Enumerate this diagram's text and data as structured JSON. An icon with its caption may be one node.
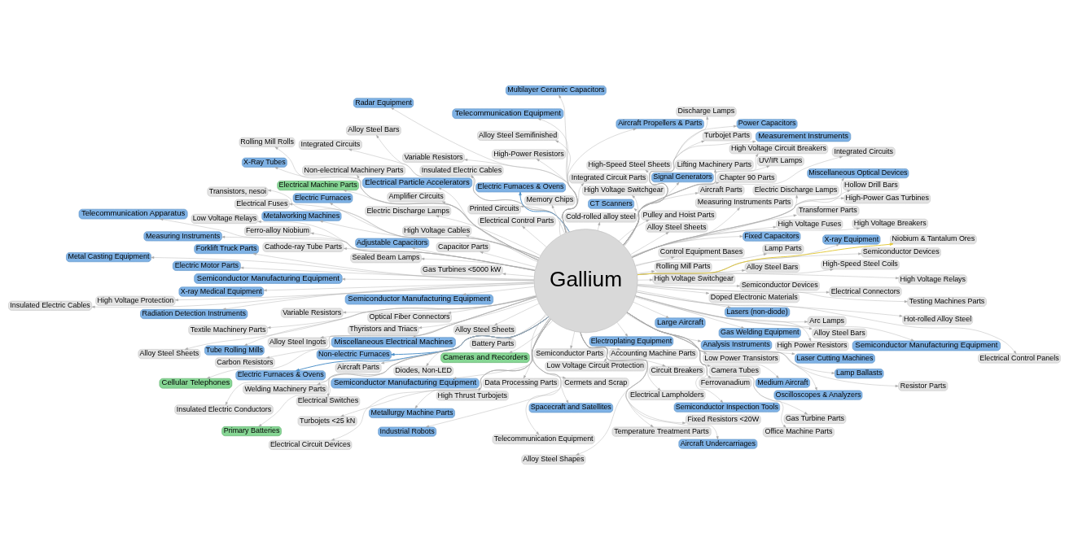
{
  "diagram": {
    "nodes": [
      {
        "text": [
          "Gallium"
        ]
      },
      {
        "text": [
          "Lasers (non-diode)"
        ]
      },
      {
        "text": [
          "Spacecraft and Satellites"
        ]
      },
      {
        "text": [
          "Variable Resistors"
        ]
      },
      {
        "text": [
          "Semiconductor Manufacturing Equipment"
        ]
      },
      {
        "text": [
          "Telecommunication Apparatus"
        ]
      },
      {
        "text": [
          "Cameras and Recorders"
        ]
      },
      {
        "text": [
          "Analysis Instruments"
        ]
      },
      {
        "text": [
          "Electrical Lampholders"
        ]
      },
      {
        "text": [
          "Medium Aircraft"
        ]
      },
      {
        "text": [
          "Fixed Resistors <20W"
        ]
      },
      {
        "text": [
          "Metal Casting Equipment"
        ]
      },
      {
        "text": [
          "Large Aircraft"
        ]
      },
      {
        "text": [
          "Fixed Capacitors"
        ]
      },
      {
        "text": [
          "Insulated Electric Cables"
        ]
      },
      {
        "text": [
          "Semiconductor Inspection Tools"
        ]
      },
      {
        "text": [
          "Oscilloscopes & Analyzers"
        ]
      },
      {
        "text": [
          "X-Ray Tubes"
        ]
      },
      {
        "text": [
          "Capacitor Parts"
        ]
      },
      {
        "text": [
          "Adjustable Capacitors"
        ]
      },
      {
        "text": [
          "Semiconductor Manufacturing Equipment"
        ]
      },
      {
        "text": [
          "Tube Rolling Mills"
        ]
      },
      {
        "text": [
          "High Voltage Circuit Breakers"
        ]
      },
      {
        "text": [
          "Measurement Instruments"
        ]
      },
      {
        "text": [
          "Printed Circuits"
        ]
      },
      {
        "text": [
          "Low Power Transistors"
        ]
      },
      {
        "text": [
          "High Voltage Fuses"
        ]
      },
      {
        "text": [
          "Low Voltage Relays"
        ]
      },
      {
        "text": [
          "Turbojets <25 kN"
        ]
      },
      {
        "text": [
          "Electrical Control Panels"
        ]
      },
      {
        "text": [
          "Alloy Steel Sheets"
        ]
      },
      {
        "text": [
          "Doped Electronic Materials"
        ]
      },
      {
        "text": [
          "Aircraft Parts"
        ]
      },
      {
        "text": [
          "Electric Furnaces"
        ]
      },
      {
        "text": [
          "Hollow Drill Bars"
        ]
      },
      {
        "text": [
          "Gas Turbine Parts"
        ]
      },
      {
        "text": [
          "Rolling Mill Parts"
        ]
      },
      {
        "text": [
          "Signal Generators"
        ]
      },
      {
        "text": [
          "Forklift Truck Parts"
        ]
      },
      {
        "text": [
          "Measuring Instruments"
        ]
      },
      {
        "text": [
          "Integrated Circuits"
        ]
      },
      {
        "text": [
          "Rolling Mill Rolls"
        ]
      },
      {
        "text": [
          "Gas Turbines <5000 kW"
        ]
      },
      {
        "text": [
          "Measuring Instruments Parts"
        ]
      },
      {
        "text": [
          "Electrical Connectors"
        ]
      },
      {
        "text": [
          "Textile Machinery Parts"
        ]
      },
      {
        "text": [
          "Hot-rolled Alloy Steel"
        ]
      },
      {
        "text": [
          "Resistor Parts"
        ]
      },
      {
        "text": [
          "Control Equipment Bases"
        ]
      },
      {
        "text": [
          "Semiconductor Devices"
        ]
      },
      {
        "text": [
          "Semiconductor Manufacturing Equipment"
        ]
      },
      {
        "text": [
          "X-ray Equipment"
        ]
      },
      {
        "text": [
          "Aircraft Propellers & Parts"
        ]
      },
      {
        "text": [
          "Radar Equipment"
        ]
      },
      {
        "text": [
          "Pulley and Hoist Parts"
        ]
      },
      {
        "text": [
          "Cermets and Scrap"
        ]
      },
      {
        "text": [
          "Non-electric Furnaces"
        ]
      },
      {
        "text": [
          "Non-electrical Machinery Parts"
        ]
      },
      {
        "text": [
          "High Voltage Breakers"
        ]
      },
      {
        "text": [
          "Transistors, nesoi"
        ]
      },
      {
        "text": [
          "Electrical Control Parts"
        ]
      },
      {
        "text": [
          "Electric Furnaces & Ovens"
        ]
      },
      {
        "text": [
          "Alloy Steel Ingots"
        ]
      },
      {
        "text": [
          "Transformer Parts"
        ]
      },
      {
        "text": [
          "Testing Machines Parts"
        ]
      },
      {
        "text": [
          "Alloy Steel Sheets"
        ]
      },
      {
        "text": [
          "High Voltage Switchgear"
        ]
      },
      {
        "text": [
          "Aircraft Parts"
        ]
      },
      {
        "text": [
          "Ferrovanadium"
        ]
      },
      {
        "text": [
          "Radiation Detection Instruments"
        ]
      },
      {
        "text": [
          "Industrial Robots"
        ]
      },
      {
        "text": [
          "Multilayer Ceramic Capacitors"
        ]
      },
      {
        "text": [
          "Cold-rolled alloy steel"
        ]
      },
      {
        "text": [
          "Thyristors and Triacs"
        ]
      },
      {
        "text": [
          "High Thrust Turbojets"
        ]
      },
      {
        "text": [
          "Laser Cutting Machines"
        ]
      },
      {
        "text": [
          "High-Power Gas Turbines"
        ]
      },
      {
        "text": [
          "Primary Batteries"
        ]
      },
      {
        "text": [
          "Battery Parts"
        ]
      },
      {
        "text": [
          "Alloy Steel Bars"
        ]
      },
      {
        "text": [
          "Metalworking Machines"
        ]
      },
      {
        "text": [
          "Electric Furnaces & Ovens"
        ]
      },
      {
        "text": [
          "Semiconductor Devices"
        ]
      },
      {
        "text": [
          "Aircraft Undercarriages"
        ]
      },
      {
        "text": [
          "Memory Chips"
        ]
      },
      {
        "text": [
          "Amplifier Circuits"
        ]
      },
      {
        "text": [
          "High-Power Resistors"
        ]
      },
      {
        "text": [
          "Electrical Machine Parts"
        ]
      },
      {
        "text": [
          "Alloy Steel Bars"
        ]
      },
      {
        "text": [
          "Electrical Circuit Devices"
        ]
      },
      {
        "text": [
          "High Voltage Switchgear"
        ]
      },
      {
        "text": [
          "Miscellaneous Electrical Machines"
        ]
      },
      {
        "text": [
          "Electric Discharge Lamps"
        ]
      },
      {
        "text": [
          "Alloy Steel Semifinished"
        ]
      },
      {
        "text": [
          "High Voltage Protection"
        ]
      },
      {
        "text": [
          "Alloy Steel Shapes"
        ]
      },
      {
        "text": [
          "Accounting Machine Parts"
        ]
      },
      {
        "text": [
          "Gas Welding Equipment"
        ]
      },
      {
        "text": [
          "Arc Lamps"
        ]
      },
      {
        "text": [
          "Welding Machinery Parts"
        ]
      },
      {
        "text": [
          "Miscellaneous Optical Devices"
        ]
      },
      {
        "text": [
          "Discharge Lamps"
        ]
      },
      {
        "text": [
          "Alloy Steel Sheets"
        ]
      },
      {
        "text": [
          "Variable Resistors"
        ]
      },
      {
        "text": [
          "Ferro-alloy Niobium"
        ]
      },
      {
        "text": [
          "High-Speed Steel Coils"
        ]
      },
      {
        "text": [
          "High Voltage Relays"
        ]
      },
      {
        "text": [
          "Niobium & Tantalum Ores"
        ]
      },
      {
        "text": [
          "CT Scanners"
        ]
      },
      {
        "text": [
          "Integrated Circuit Parts"
        ]
      },
      {
        "text": [
          "High Power Resistors"
        ]
      },
      {
        "text": [
          "UV/IR Lamps"
        ]
      },
      {
        "text": [
          "Electrical Fuses"
        ]
      },
      {
        "text": [
          "Insulated Electric Cables"
        ]
      },
      {
        "text": [
          "Semiconductor Manufacturing Equipment"
        ]
      },
      {
        "text": [
          "High Voltage Cables"
        ]
      },
      {
        "text": [
          "Electric Discharge Lamps"
        ]
      },
      {
        "text": [
          "Metallurgy Machine Parts"
        ]
      },
      {
        "text": [
          "Temperature Treatment Parts"
        ]
      },
      {
        "text": [
          "Power Capacitors"
        ]
      },
      {
        "text": [
          "Semiconductor Parts"
        ]
      },
      {
        "text": [
          "Diodes, Non-LED"
        ]
      },
      {
        "text": [
          "Camera Tubes"
        ]
      },
      {
        "text": [
          "Alloy Steel Bars"
        ]
      },
      {
        "text": [
          "Lamp Ballasts"
        ]
      },
      {
        "text": [
          "Insulated Electric Conductors"
        ]
      },
      {
        "text": [
          "Electroplating Equipment"
        ]
      },
      {
        "text": [
          "Data Processing Parts"
        ]
      },
      {
        "text": [
          "Chapter 90 Parts"
        ]
      },
      {
        "text": [
          "Electric Motor Parts"
        ]
      },
      {
        "text": [
          "Turbojet Parts"
        ]
      },
      {
        "text": [
          "Integrated Circuits"
        ]
      },
      {
        "text": [
          "Low Voltage Circuit Protection"
        ]
      },
      {
        "text": [
          "Lamp Parts"
        ]
      },
      {
        "text": [
          "High-Speed Steel Sheets"
        ]
      },
      {
        "text": [
          "Carbon Resistors"
        ]
      },
      {
        "text": [
          "Telecommunication Equipment"
        ]
      },
      {
        "text": [
          "Office Machine Parts"
        ]
      },
      {
        "text": [
          "Sealed Beam Lamps"
        ]
      },
      {
        "text": [
          "Circuit Breakers"
        ]
      },
      {
        "text": [
          "Lifting Machinery Parts"
        ]
      },
      {
        "text": [
          "Electrical Switches"
        ]
      },
      {
        "text": [
          "Telecommunication Equipment"
        ]
      },
      {
        "text": [
          "Cellular Telephones"
        ]
      },
      {
        "text": [
          "Optical Fiber Connectors"
        ]
      },
      {
        "text": [
          "Cathode-ray Tube Parts"
        ]
      },
      {
        "text": [
          "Electrical Particle Accelerators"
        ]
      },
      {
        "text": [
          "X-ray Medical Equipment"
        ]
      }
    ],
    "edges": [
      {
        "from": 0,
        "to": 1,
        "arrow": "to"
      },
      {
        "from": 0,
        "to": 2,
        "arrow": "to"
      },
      {
        "from": 0,
        "to": 3,
        "arrow": "to"
      },
      {
        "from": 0,
        "to": 4,
        "arrow": "to"
      },
      {
        "from": 0,
        "to": 5,
        "arrow": "to"
      },
      {
        "from": 0,
        "to": 6,
        "arrow": "to"
      },
      {
        "from": 0,
        "to": 7,
        "arrow": "to"
      },
      {
        "from": 0,
        "to": 8,
        "arrow": "to"
      },
      {
        "from": 0,
        "to": 9,
        "arrow": "to"
      },
      {
        "from": 0,
        "to": 10,
        "arrow": "to"
      },
      {
        "from": 0,
        "to": 11,
        "arrow": "to"
      },
      {
        "from": 0,
        "to": 12,
        "arrow": "to"
      },
      {
        "from": 0,
        "to": 13,
        "arrow": "to"
      },
      {
        "from": 0,
        "to": 14,
        "arrow": "to"
      },
      {
        "from": 0,
        "to": 15,
        "arrow": "to"
      },
      {
        "from": 0,
        "to": 16,
        "arrow": "to"
      },
      {
        "from": 0,
        "to": 17,
        "arrow": "to"
      },
      {
        "from": 0,
        "to": 18,
        "arrow": "to"
      },
      {
        "from": 0,
        "to": 19,
        "arrow": "to"
      },
      {
        "from": 0,
        "to": 20,
        "arrow": "to"
      },
      {
        "from": 0,
        "to": 21,
        "arrow": "to"
      },
      {
        "from": 0,
        "to": 22,
        "arrow": "to"
      },
      {
        "from": 0,
        "to": 23,
        "arrow": "to"
      },
      {
        "from": 0,
        "to": 24,
        "arrow": "to"
      },
      {
        "from": 0,
        "to": 25,
        "arrow": "to"
      },
      {
        "from": 0,
        "to": 26,
        "arrow": "to"
      },
      {
        "from": 0,
        "to": 27,
        "arrow": "to"
      },
      {
        "from": 0,
        "to": 28,
        "arrow": "to"
      },
      {
        "from": 0,
        "to": 29,
        "arrow": "to"
      },
      {
        "from": 0,
        "to": 30,
        "arrow": "to"
      },
      {
        "from": 0,
        "to": 31,
        "arrow": "to"
      },
      {
        "from": 0,
        "to": 32,
        "arrow": "to"
      },
      {
        "from": 0,
        "to": 33,
        "arrow": "to"
      },
      {
        "from": 0,
        "to": 34,
        "arrow": "to"
      },
      {
        "from": 0,
        "to": 35,
        "arrow": "to"
      },
      {
        "from": 0,
        "to": 36,
        "arrow": "to"
      },
      {
        "from": 0,
        "to": 37,
        "arrow": "to"
      },
      {
        "from": 0,
        "to": 38,
        "arrow": "to"
      },
      {
        "from": 0,
        "to": 39,
        "arrow": "to"
      },
      {
        "from": 0,
        "to": 40,
        "arrow": "to"
      },
      {
        "from": 0,
        "to": 41,
        "arrow": "to"
      },
      {
        "from": 0,
        "to": 42,
        "arrow": "to"
      },
      {
        "from": 0,
        "to": 43,
        "arrow": "to"
      },
      {
        "from": 0,
        "to": 44,
        "arrow": "to"
      },
      {
        "from": 0,
        "to": 45,
        "arrow": "to"
      },
      {
        "from": 0,
        "to": 46,
        "arrow": "to"
      },
      {
        "from": 0,
        "to": 47,
        "arrow": "to"
      },
      {
        "from": 0,
        "to": 48,
        "arrow": "to"
      },
      {
        "from": 0,
        "to": 49,
        "arrow": "to"
      },
      {
        "from": 0,
        "to": 50,
        "arrow": "to"
      },
      {
        "from": 0,
        "to": 51,
        "arrow": "to"
      },
      {
        "from": 0,
        "to": 52,
        "arrow": "to"
      },
      {
        "from": 0,
        "to": 53,
        "arrow": "to"
      },
      {
        "from": 0,
        "to": 54,
        "arrow": "to"
      },
      {
        "from": 0,
        "to": 55,
        "arrow": "to"
      },
      {
        "from": 0,
        "to": 56,
        "arrow": "to",
        "color": "#4a8fc8"
      },
      {
        "from": 0,
        "to": 57,
        "arrow": "to"
      },
      {
        "from": 0,
        "to": 58,
        "arrow": "to"
      },
      {
        "from": 0,
        "to": 59,
        "arrow": "to"
      },
      {
        "from": 0,
        "to": 60,
        "arrow": "to"
      },
      {
        "from": 0,
        "to": 61,
        "arrow": "to",
        "color": "#4a8fc8"
      },
      {
        "from": 0,
        "to": 62,
        "arrow": "to"
      },
      {
        "from": 0,
        "to": 63,
        "arrow": "to"
      },
      {
        "from": 0,
        "to": 64,
        "arrow": "to"
      },
      {
        "from": 0,
        "to": 65,
        "arrow": "to"
      },
      {
        "from": 0,
        "to": 66,
        "arrow": "to"
      },
      {
        "from": 0,
        "to": 67,
        "arrow": "to"
      },
      {
        "from": 0,
        "to": 68,
        "arrow": "to"
      },
      {
        "from": 0,
        "to": 69,
        "arrow": "to"
      },
      {
        "from": 0,
        "to": 70,
        "arrow": "to"
      },
      {
        "from": 0,
        "to": 71,
        "arrow": "to"
      },
      {
        "from": 0,
        "to": 72,
        "arrow": "to"
      },
      {
        "from": 0,
        "to": 73,
        "arrow": "to"
      },
      {
        "from": 0,
        "to": 74,
        "arrow": "to"
      },
      {
        "from": 0,
        "to": 75,
        "arrow": "to"
      },
      {
        "from": 0,
        "to": 76,
        "arrow": "to"
      },
      {
        "from": 0,
        "to": 77,
        "arrow": "to"
      },
      {
        "from": 0,
        "to": 78,
        "arrow": "to"
      },
      {
        "from": 0,
        "to": 79,
        "arrow": "to"
      },
      {
        "from": 0,
        "to": 80,
        "arrow": "to"
      },
      {
        "from": 0,
        "to": 81,
        "arrow": "to",
        "color": "#4a8fc8"
      },
      {
        "from": 0,
        "to": 82,
        "arrow": "to"
      },
      {
        "from": 0,
        "to": 83,
        "arrow": "to"
      },
      {
        "from": 0,
        "to": 84,
        "arrow": "to"
      },
      {
        "from": 0,
        "to": 85,
        "arrow": "to"
      },
      {
        "from": 0,
        "to": 86,
        "arrow": "to"
      },
      {
        "from": 0,
        "to": 87,
        "arrow": "to"
      },
      {
        "from": 0,
        "to": 88,
        "arrow": "to"
      },
      {
        "from": 0,
        "to": 89,
        "arrow": "to"
      },
      {
        "from": 0,
        "to": 90,
        "arrow": "to"
      },
      {
        "from": 0,
        "to": 91,
        "arrow": "to"
      },
      {
        "from": 0,
        "to": 92,
        "arrow": "to"
      },
      {
        "from": 0,
        "to": 93,
        "arrow": "to"
      },
      {
        "from": 0,
        "to": 94,
        "arrow": "to"
      },
      {
        "from": 0,
        "to": 95,
        "arrow": "to"
      },
      {
        "from": 0,
        "to": 96,
        "arrow": "to"
      },
      {
        "from": 0,
        "to": 97,
        "arrow": "to"
      },
      {
        "from": 0,
        "to": 98,
        "arrow": "to"
      },
      {
        "from": 0,
        "to": 99,
        "arrow": "to"
      },
      {
        "from": 0,
        "to": 100,
        "arrow": "to"
      },
      {
        "from": 0,
        "to": 101,
        "arrow": "to"
      },
      {
        "from": 0,
        "to": 102,
        "arrow": "to"
      },
      {
        "from": 0,
        "to": 103,
        "arrow": "to"
      },
      {
        "from": 0,
        "to": 104,
        "arrow": "to"
      },
      {
        "from": 0,
        "to": 105,
        "arrow": "to"
      },
      {
        "from": 0,
        "to": 106,
        "arrow": "to"
      },
      {
        "from": 0,
        "to": 107,
        "arrow": "to",
        "color": "#e3c83a"
      },
      {
        "from": 0,
        "to": 108,
        "arrow": "to"
      },
      {
        "from": 0,
        "to": 109,
        "arrow": "to"
      },
      {
        "from": 0,
        "to": 110,
        "arrow": "to"
      },
      {
        "from": 0,
        "to": 111,
        "arrow": "to"
      },
      {
        "from": 0,
        "to": 112,
        "arrow": "to"
      },
      {
        "from": 0,
        "to": 113,
        "arrow": "to"
      },
      {
        "from": 0,
        "to": 114,
        "arrow": "to"
      },
      {
        "from": 0,
        "to": 115,
        "arrow": "to"
      },
      {
        "from": 0,
        "to": 116,
        "arrow": "to"
      },
      {
        "from": 0,
        "to": 117,
        "arrow": "to"
      },
      {
        "from": 0,
        "to": 118,
        "arrow": "to"
      },
      {
        "from": 0,
        "to": 119,
        "arrow": "to"
      },
      {
        "from": 0,
        "to": 120,
        "arrow": "to"
      },
      {
        "from": 0,
        "to": 121,
        "arrow": "to"
      },
      {
        "from": 0,
        "to": 122,
        "arrow": "to"
      },
      {
        "from": 0,
        "to": 123,
        "arrow": "to"
      },
      {
        "from": 0,
        "to": 124,
        "arrow": "to"
      },
      {
        "from": 0,
        "to": 125,
        "arrow": "to"
      },
      {
        "from": 0,
        "to": 126,
        "arrow": "to"
      },
      {
        "from": 0,
        "to": 127,
        "arrow": "to"
      },
      {
        "from": 0,
        "to": 128,
        "arrow": "to"
      },
      {
        "from": 0,
        "to": 129,
        "arrow": "to"
      },
      {
        "from": 0,
        "to": 130,
        "arrow": "to"
      },
      {
        "from": 0,
        "to": 131,
        "arrow": "to"
      },
      {
        "from": 0,
        "to": 132,
        "arrow": "to"
      },
      {
        "from": 0,
        "to": 133,
        "arrow": "to"
      },
      {
        "from": 0,
        "to": 134,
        "arrow": "to"
      },
      {
        "from": 0,
        "to": 135,
        "arrow": "to"
      },
      {
        "from": 0,
        "to": 136,
        "arrow": "to"
      },
      {
        "from": 0,
        "to": 137,
        "arrow": "to"
      },
      {
        "from": 0,
        "to": 138,
        "arrow": "to"
      },
      {
        "from": 0,
        "to": 139,
        "arrow": "to"
      },
      {
        "from": 0,
        "to": 140,
        "arrow": "to"
      },
      {
        "from": 0,
        "to": 141,
        "arrow": "to"
      },
      {
        "from": 0,
        "to": 142,
        "arrow": "to"
      },
      {
        "from": 0,
        "to": 143,
        "arrow": "to"
      },
      {
        "from": 0,
        "to": 144,
        "arrow": "to"
      },
      {
        "from": 0,
        "to": 145,
        "arrow": "to"
      },
      {
        "from": 0,
        "to": 146,
        "arrow": "to"
      },
      {
        "from": 0,
        "to": 147,
        "arrow": "to"
      }
    ]
  }
}
